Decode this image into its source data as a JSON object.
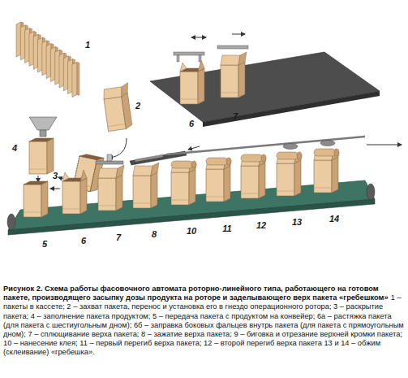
{
  "diagram": {
    "caption": "Рисунок 2. Схема работы фасовочного автомата роторно-линейного типа, работающего на готовом пакете, производящего засыпку дозы продукта на роторе и заделывающего верх пакета «гребешком»",
    "labels": [
      "1",
      "6",
      "7",
      "2",
      "3",
      "4",
      "5",
      "6",
      "7",
      "8",
      "10",
      "11",
      "12",
      "13",
      "14",
      "1 – пакеты в кассете; 2 – захват пакета, перенос и установка его в гнездо операционного ротора; 3 – раскрытие пакета; 4 – заполнение пакета продуктом; 5 – передача пакета с продуктом на конвейер; 6а – растяжка пакета (для пакета с шестиугольным дном); 6б – заправка боковых фальцев внутрь пакета (для пакета с прямоугольным дном); 7 – сплющивание верха пакета; 8 – зажатие верха пакета; 9 – биговка и отрезание верхней кромки пакета; 10 – нанесение клея; 11 – первый перегиб верха пакета; 12 – второй перегиб верха пакета 13 и 14 – обжим (склеивание) «гребешка»."
    ]
  }
}
